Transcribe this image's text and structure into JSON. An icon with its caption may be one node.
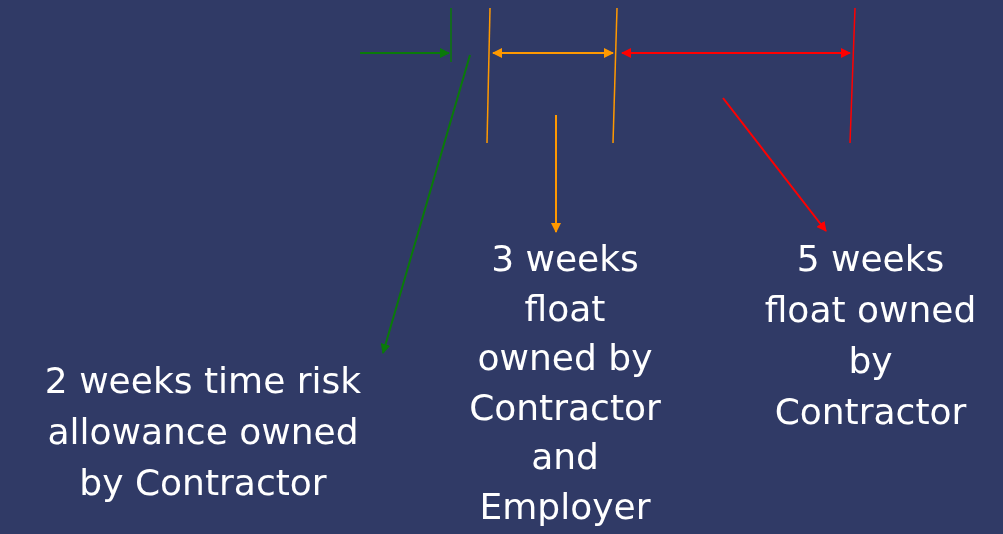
{
  "diagram": {
    "nodes": [
      {
        "text": [
          "2 weeks time risk allowance owned by Contractor"
        ]
      },
      {
        "text": [
          "3 weeks float owned by Contractor and Employer"
        ]
      },
      {
        "text": [
          "5 weeks float owned by Contractor"
        ]
      }
    ],
    "edges": [
      {
        "from": null,
        "to": 0,
        "arrow": "to",
        "color": "#0a7a0a"
      },
      {
        "from": null,
        "to": 1,
        "arrow": "to",
        "color": "#ff9900"
      },
      {
        "from": null,
        "to": 2,
        "arrow": "to",
        "color": "#ff0000"
      }
    ]
  }
}
